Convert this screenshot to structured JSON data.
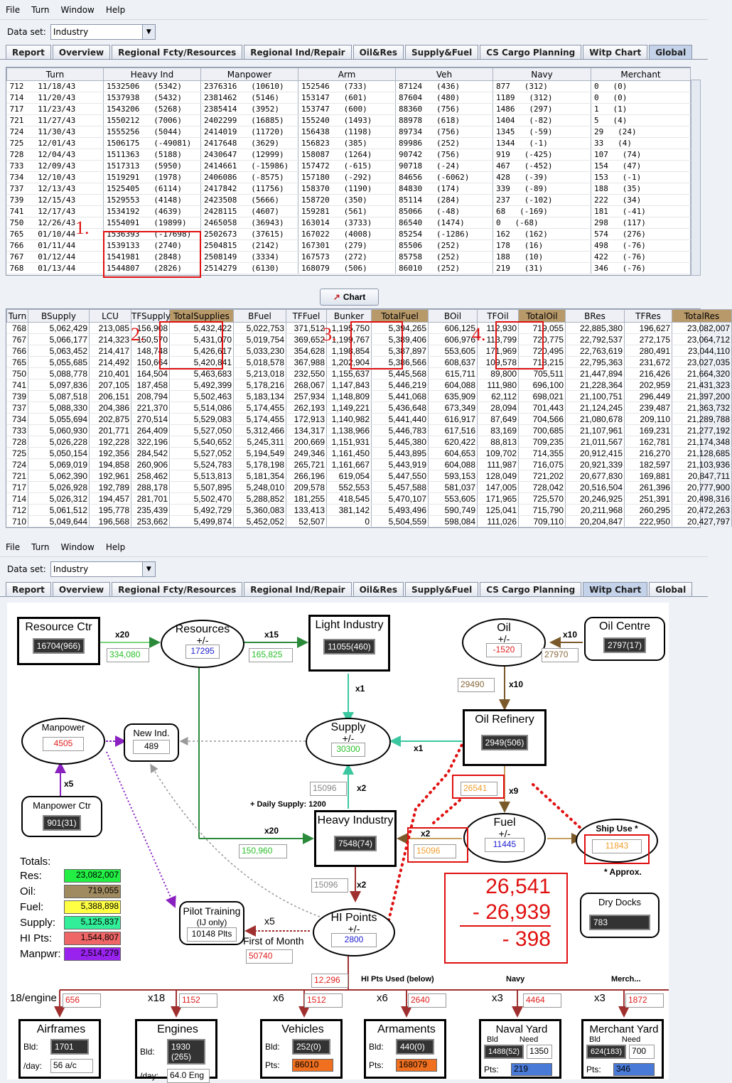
{
  "menu": [
    "File",
    "Turn",
    "Window",
    "Help"
  ],
  "dataset": {
    "label": "Data set:",
    "value": "Industry"
  },
  "tabs": [
    "Report",
    "Overview",
    "Regional Fcty/Resources",
    "Regional Ind/Repair",
    "Oil&Res",
    "Supply&Fuel",
    "CS Cargo Planning",
    "Witp Chart",
    "Global"
  ],
  "table1": {
    "headers": [
      "Turn",
      "Heavy Ind",
      "Manpower",
      "Arm",
      "Veh",
      "Navy",
      "Merchant"
    ],
    "rows": [
      [
        "712   11/18/43",
        "1532506   (5342)",
        "2376316   (10610)",
        "152546   (733)",
        "87124   (436)",
        "877   (312)",
        "0   (0)"
      ],
      [
        "714   11/20/43",
        "1537938   (5432)",
        "2381462   (5146)",
        "153147   (601)",
        "87604   (480)",
        "1189   (312)",
        "0   (0)"
      ],
      [
        "717   11/23/43",
        "1543206   (5268)",
        "2385414   (3952)",
        "153747   (600)",
        "88360   (756)",
        "1486   (297)",
        "1   (1)"
      ],
      [
        "721   11/27/43",
        "1550212   (7006)",
        "2402299   (16885)",
        "155240   (1493)",
        "88978   (618)",
        "1404   (-82)",
        "5   (4)"
      ],
      [
        "724   11/30/43",
        "1555256   (5044)",
        "2414019   (11720)",
        "156438   (1198)",
        "89734   (756)",
        "1345   (-59)",
        "29   (24)"
      ],
      [
        "725   12/01/43",
        "1506175   (-49081)",
        "2417648   (3629)",
        "156823   (385)",
        "89986   (252)",
        "1344   (-1)",
        "33   (4)"
      ],
      [
        "728   12/04/43",
        "1511363   (5188)",
        "2430647   (12999)",
        "158087   (1264)",
        "90742   (756)",
        "919   (-425)",
        "107   (74)"
      ],
      [
        "733   12/09/43",
        "1517313   (5950)",
        "2414661   (-15986)",
        "157472   (-615)",
        "90718   (-24)",
        "467   (-452)",
        "154   (47)"
      ],
      [
        "734   12/10/43",
        "1519291   (1978)",
        "2406086   (-8575)",
        "157180   (-292)",
        "84656   (-6062)",
        "428   (-39)",
        "153   (-1)"
      ],
      [
        "737   12/13/43",
        "1525405   (6114)",
        "2417842   (11756)",
        "158370   (1190)",
        "84830   (174)",
        "339   (-89)",
        "188   (35)"
      ],
      [
        "739   12/15/43",
        "1529553   (4148)",
        "2423508   (5666)",
        "158720   (350)",
        "85114   (284)",
        "237   (-102)",
        "222   (34)"
      ],
      [
        "741   12/17/43",
        "1534192   (4639)",
        "2428115   (4607)",
        "159281   (561)",
        "85066   (-48)",
        "68   (-169)",
        "181   (-41)"
      ],
      [
        "750   12/26/43",
        "1554091   (19899)",
        "2465058   (36943)",
        "163014   (3733)",
        "86540   (1474)",
        "0   (-68)",
        "298   (117)"
      ],
      [
        "765   01/10/44",
        "1536393   (-17698)",
        "2502673   (37615)",
        "167022   (4008)",
        "85254   (-1286)",
        "162   (162)",
        "574   (276)"
      ],
      [
        "766   01/11/44",
        "1539133   (2740)",
        "2504815   (2142)",
        "167301   (279)",
        "85506   (252)",
        "178   (16)",
        "498   (-76)"
      ],
      [
        "767   01/12/44",
        "1541981   (2848)",
        "2508149   (3334)",
        "167573   (272)",
        "85758   (252)",
        "188   (10)",
        "422   (-76)"
      ],
      [
        "768   01/13/44",
        "1544807   (2826)",
        "2514279   (6130)",
        "168079   (506)",
        "86010   (252)",
        "219   (31)",
        "346   (-76)"
      ]
    ]
  },
  "chart_button": "Chart",
  "table2": {
    "headers": [
      "Turn",
      "BSupply",
      "LCU",
      "TFSupply",
      "TotalSupplies",
      "BFuel",
      "TFFuel",
      "Bunker",
      "TotalFuel",
      "BOil",
      "TFOil",
      "TotalOil",
      "BRes",
      "TFRes",
      "TotalRes"
    ],
    "rows": [
      [
        "768",
        "5,062,429",
        "213,085",
        "156,908",
        "5,432,422",
        "5,022,753",
        "371,512",
        "1,195,750",
        "5,394,265",
        "606,125",
        "112,930",
        "719,055",
        "22,885,380",
        "196,627",
        "23,082,007"
      ],
      [
        "767",
        "5,066,177",
        "214,323",
        "150,570",
        "5,431,070",
        "5,019,754",
        "369,652",
        "1,199,767",
        "5,389,406",
        "606,976",
        "113,799",
        "720,775",
        "22,792,537",
        "272,175",
        "23,064,712"
      ],
      [
        "766",
        "5,063,452",
        "214,417",
        "148,748",
        "5,426,617",
        "5,033,230",
        "354,628",
        "1,198,854",
        "5,387,897",
        "553,605",
        "171,969",
        "720,495",
        "22,763,619",
        "280,491",
        "23,044,110"
      ],
      [
        "765",
        "5,055,685",
        "214,492",
        "150,664",
        "5,420,841",
        "5,018,578",
        "367,988",
        "1,202,904",
        "5,386,566",
        "608,637",
        "109,578",
        "718,215",
        "22,795,363",
        "231,672",
        "23,027,035"
      ],
      [
        "750",
        "5,088,778",
        "210,401",
        "164,504",
        "5,463,683",
        "5,213,018",
        "232,550",
        "1,155,637",
        "5,445,568",
        "615,711",
        "89,800",
        "705,511",
        "21,447,894",
        "216,426",
        "21,664,320"
      ],
      [
        "741",
        "5,097,836",
        "207,105",
        "187,458",
        "5,492,399",
        "5,178,216",
        "268,067",
        "1,147,843",
        "5,446,219",
        "604,088",
        "111,980",
        "696,100",
        "21,228,364",
        "202,959",
        "21,431,323"
      ],
      [
        "739",
        "5,087,518",
        "206,151",
        "208,794",
        "5,502,463",
        "5,183,134",
        "257,934",
        "1,148,809",
        "5,441,068",
        "635,909",
        "62,112",
        "698,021",
        "21,100,751",
        "296,449",
        "21,397,200"
      ],
      [
        "737",
        "5,088,330",
        "204,386",
        "221,370",
        "5,514,086",
        "5,174,455",
        "262,193",
        "1,149,221",
        "5,436,648",
        "673,349",
        "28,094",
        "701,443",
        "21,124,245",
        "239,487",
        "21,363,732"
      ],
      [
        "734",
        "5,055,694",
        "202,875",
        "270,514",
        "5,529,083",
        "5,174,455",
        "172,913",
        "1,140,982",
        "5,441,440",
        "616,917",
        "87,649",
        "704,566",
        "21,080,678",
        "209,110",
        "21,289,788"
      ],
      [
        "733",
        "5,060,930",
        "201,771",
        "264,409",
        "5,527,050",
        "5,312,466",
        "134,317",
        "1,138,966",
        "5,446,783",
        "617,516",
        "83,169",
        "700,685",
        "21,107,961",
        "169,231",
        "21,277,192"
      ],
      [
        "728",
        "5,026,228",
        "192,228",
        "322,196",
        "5,540,652",
        "5,245,311",
        "200,669",
        "1,151,931",
        "5,445,380",
        "620,422",
        "88,813",
        "709,235",
        "21,011,567",
        "162,781",
        "21,174,348"
      ],
      [
        "725",
        "5,050,154",
        "192,356",
        "284,542",
        "5,527,052",
        "5,194,549",
        "249,346",
        "1,161,450",
        "5,443,895",
        "604,653",
        "109,702",
        "714,355",
        "20,912,415",
        "216,270",
        "21,128,685"
      ],
      [
        "724",
        "5,069,019",
        "194,858",
        "260,906",
        "5,524,783",
        "5,178,198",
        "265,721",
        "1,161,667",
        "5,443,919",
        "604,088",
        "111,987",
        "716,075",
        "20,921,339",
        "182,597",
        "21,103,936"
      ],
      [
        "721",
        "5,062,390",
        "192,961",
        "258,462",
        "5,513,813",
        "5,181,354",
        "266,196",
        "619,054",
        "5,447,550",
        "593,153",
        "128,049",
        "721,202",
        "20,677,830",
        "169,881",
        "20,847,711"
      ],
      [
        "717",
        "5,026,928",
        "192,789",
        "288,178",
        "5,507,895",
        "5,248,010",
        "209,578",
        "552,553",
        "5,457,588",
        "581,037",
        "147,005",
        "728,042",
        "20,516,504",
        "261,396",
        "20,777,900"
      ],
      [
        "714",
        "5,026,312",
        "194,457",
        "281,701",
        "5,502,470",
        "5,288,852",
        "181,255",
        "418,545",
        "5,470,107",
        "553,605",
        "171,965",
        "725,570",
        "20,246,925",
        "251,391",
        "20,498,316"
      ],
      [
        "712",
        "5,061,512",
        "195,778",
        "235,439",
        "5,492,729",
        "5,360,083",
        "133,413",
        "381,142",
        "5,493,496",
        "590,749",
        "125,041",
        "715,790",
        "20,211,968",
        "260,295",
        "20,472,263"
      ],
      [
        "710",
        "5,049,644",
        "196,568",
        "253,662",
        "5,499,874",
        "5,452,052",
        "52,507",
        "0",
        "5,504,559",
        "598,084",
        "111,026",
        "709,110",
        "20,204,847",
        "222,950",
        "20,427,797"
      ]
    ]
  },
  "diagram": {
    "resource_ctr": {
      "title": "Resource Ctr",
      "value": "16704(966)"
    },
    "resources": {
      "title": "Resources",
      "pm": "+/-",
      "value": "17295"
    },
    "light_industry": {
      "title": "Light Industry",
      "value": "11055(460)"
    },
    "oil": {
      "title": "Oil",
      "pm": "+/-",
      "value": "-1520"
    },
    "oil_centre": {
      "title": "Oil Centre",
      "value": "2797(17)"
    },
    "manpower": {
      "title": "Manpower",
      "value": "4505"
    },
    "new_ind": {
      "title": "New Ind.",
      "value": "489"
    },
    "supply": {
      "title": "Supply",
      "pm": "+/-",
      "value": "30300"
    },
    "oil_refinery": {
      "title": "Oil Refinery",
      "value": "2949(506)"
    },
    "manpower_ctr": {
      "title": "Manpower Ctr",
      "value": "901(31)"
    },
    "heavy_industry": {
      "title": "Heavy Industry",
      "value": "7548(74)"
    },
    "fuel": {
      "title": "Fuel",
      "pm": "+/-",
      "value": "11445"
    },
    "ship_use": {
      "title": "Ship Use *",
      "value": "11843",
      "note": "* Approx."
    },
    "hi_points": {
      "title": "HI Points",
      "pm": "+/-",
      "value": "2800"
    },
    "pilot_training": {
      "title": "Pilot Training",
      "sub": "(IJ only)",
      "value": "10148 Plts"
    },
    "dry_docks": {
      "title": "Dry Docks",
      "value": "783"
    },
    "first_of_month": {
      "label": "First of Month",
      "value": "50740"
    },
    "daily_supply": "+ Daily Supply: 1200",
    "flows": {
      "res_in": "334,080",
      "res_out": "165,825",
      "hi_res": "150,960",
      "oil_in": "27970",
      "oil_out": "29490",
      "supply_in": "15096",
      "hi_out": "15096",
      "refinery_out": "26541",
      "fuel_hi": "15096",
      "hi_used": "12,296"
    },
    "mult": {
      "x20a": "x20",
      "x15": "x15",
      "x10": "x10",
      "x10b": "x10",
      "x1a": "x1",
      "x1b": "x1",
      "x2a": "x2",
      "x2b": "x2",
      "x5a": "x5",
      "x5b": "x5",
      "x9": "x9",
      "x20b": "x20",
      "x2c": "x2"
    },
    "hi_used_label": "HI Pts Used (below)",
    "navy_label": "Navy",
    "merch_label": "Merch...",
    "totals": {
      "title": "Totals:",
      "items": [
        {
          "label": "Res:",
          "value": "23,082,007",
          "color": "#22ee44"
        },
        {
          "label": "Oil:",
          "value": "719,055",
          "color": "#a08a60"
        },
        {
          "label": "Fuel:",
          "value": "5,388,898",
          "color": "#ffff44"
        },
        {
          "label": "Supply:",
          "value": "5,125,837",
          "color": "#33ee99"
        },
        {
          "label": "HI Pts:",
          "value": "1,544,807",
          "color": "#ee6666"
        },
        {
          "label": "Manpwr:",
          "value": "2,514,279",
          "color": "#9922ee"
        }
      ]
    },
    "calc": {
      "a": "26,541",
      "b": "- 26,939",
      "c": "- 398"
    },
    "bottom": [
      {
        "mult": "18/engine",
        "need": "656",
        "title": "Airframes",
        "bld": "1701",
        "rate_label": "/day:",
        "rate": "56 a/c"
      },
      {
        "mult": "x18",
        "need": "1152",
        "title": "Engines",
        "bld": "1930 (265)",
        "rate_label": "/day:",
        "rate": "64.0 Eng"
      },
      {
        "mult": "x6",
        "need": "1512",
        "title": "Vehicles",
        "bld": "252(0)",
        "pts_label": "Pts:",
        "pts": "86010"
      },
      {
        "mult": "x6",
        "need": "2640",
        "title": "Armaments",
        "bld": "440(0)",
        "pts_label": "Pts:",
        "pts": "168079"
      },
      {
        "mult": "x3",
        "need": "4464",
        "title": "Naval Yard",
        "bld": "1488(52)",
        "needv": "1350",
        "pts_label": "Pts:",
        "pts": "219"
      },
      {
        "mult": "x3",
        "need": "1872",
        "title": "Merchant Yard",
        "bld": "624(183)",
        "needv": "700",
        "pts_label": "Pts:",
        "pts": "346"
      }
    ],
    "bld_label": "Bld:",
    "bld2": "Bld",
    "need_label": "Need"
  },
  "annotations": {
    "n1": "1.",
    "n2": "2.",
    "n3": "3.",
    "n4": "4."
  }
}
